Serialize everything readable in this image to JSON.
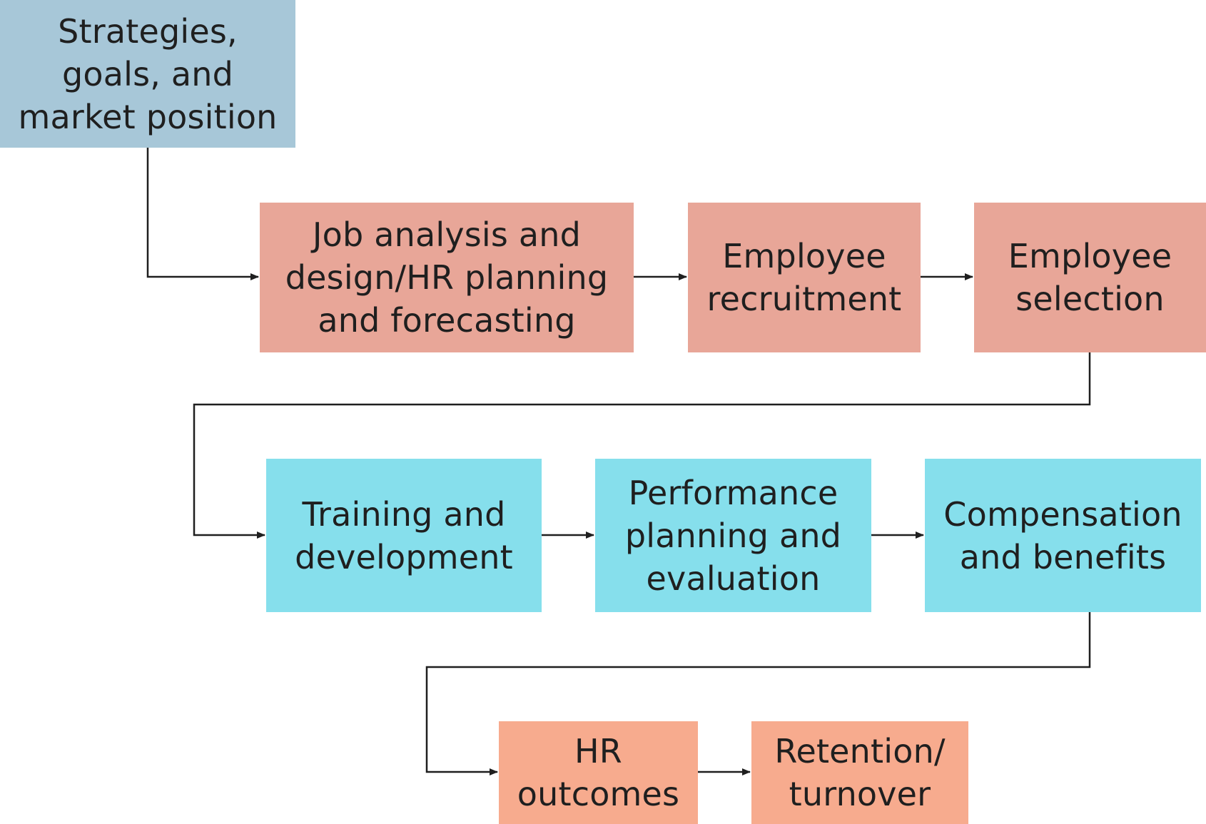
{
  "colors": {
    "strategy": "#a7c7d8",
    "staffing": "#e8a698",
    "development": "#86dfec",
    "outcomes": "#f7ab8e",
    "connector": "#1f1f1f"
  },
  "nodes": {
    "strategy": "Strategies,\ngoals, and\nmarket position",
    "job_analysis": "Job analysis and\ndesign/HR planning\nand forecasting",
    "recruitment": "Employee\nrecruitment",
    "selection": "Employee\nselection",
    "training": "Training and\ndevelopment",
    "performance": "Performance\nplanning and\nevaluation",
    "compensation": "Compensation\nand benefits",
    "hr_outcomes": "HR\noutcomes",
    "retention": "Retention/\nturnover"
  }
}
